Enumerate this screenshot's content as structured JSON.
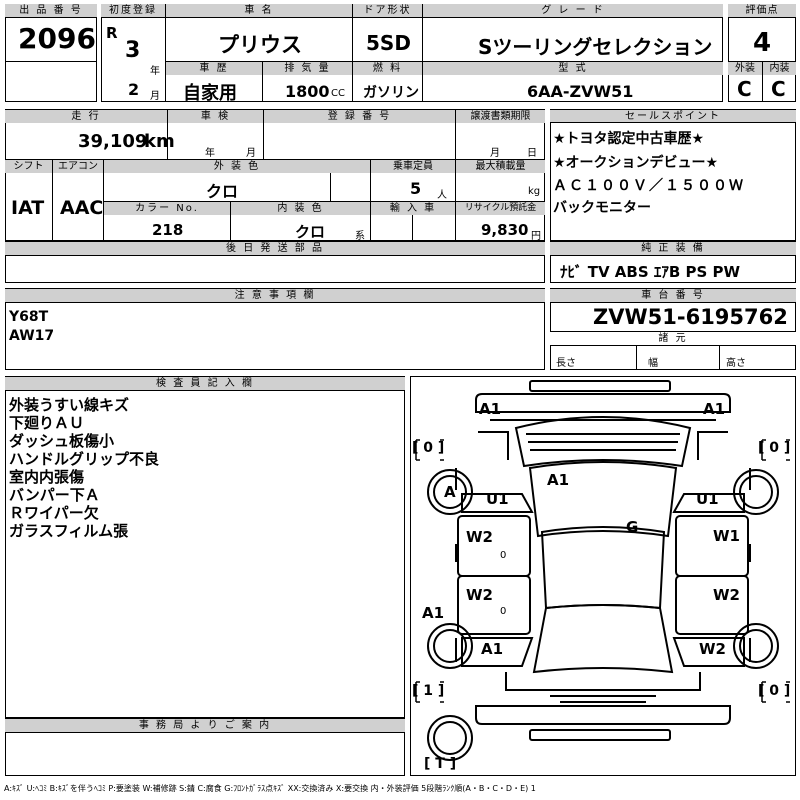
{
  "labels": {
    "lot": "出 品 番 号",
    "first_reg": "初度登録",
    "car_name": "車 名",
    "door": "ドア形状",
    "grade": "グ レ ー ド",
    "score": "評価点",
    "history": "車 歴",
    "displacement": "排 気 量",
    "fuel": "燃 料",
    "model": "型 式",
    "exterior": "外装",
    "interior": "内装",
    "mileage": "走 行",
    "inspection": "車 検",
    "registration": "登 録 番 号",
    "transfer": "譲渡書類期限",
    "sales_point": "セールスポイント",
    "shift": "シフト",
    "aircon": "エアコン",
    "ext_color": "外 装 色",
    "capacity": "乗車定員",
    "max_load": "最大積載量",
    "color_no": "カラー No.",
    "int_color": "内 装 色",
    "import": "輸 入 車",
    "recycle": "リサイクル預託金",
    "later_parts": "後 日 発 送 部 品",
    "genuine": "純 正 装 備",
    "notes": "注 意 事 項 欄",
    "chassis": "車 台 番 号",
    "specs": "諸 元",
    "length": "長さ",
    "width": "幅",
    "height": "高さ",
    "inspector": "検 査 員 記 入 欄",
    "office": "事 務 局 よ り ご 案 内"
  },
  "sheet": {
    "lot_no": "2096",
    "era": "R",
    "year": "3",
    "year_unit": "年",
    "month": "2",
    "month_unit": "月",
    "car_name": "プリウス",
    "door": "5SD",
    "grade": "Sツーリングセレクション",
    "score": "4",
    "history": "自家用",
    "displacement": "1800",
    "cc_unit": "CC",
    "fuel": "ガソリン",
    "model": "6AA-ZVW51",
    "ext_score": "C",
    "int_score": "C",
    "mileage": "39,109",
    "mileage_unit": "km",
    "insp_year_unit": "年",
    "insp_month_unit": "月",
    "transfer_month_unit": "月",
    "transfer_day_unit": "日",
    "shift": "IAT",
    "aircon": "AAC",
    "ext_color": "クロ",
    "capacity": "5",
    "capacity_unit": "人",
    "load_unit": "kg",
    "color_no": "218",
    "int_color": "クロ",
    "int_color_unit": "系",
    "recycle": "9,830",
    "recycle_unit": "円",
    "sales_points": [
      "★トヨタ認定中古車歴★",
      "★オークションデビュー★",
      "ＡＣ１００Ｖ／１５００Ｗ",
      "バックモニター"
    ],
    "genuine": "ﾅﾋﾞ TV ABS ｴｱB PS PW",
    "notes": [
      "Y68T",
      "AW17"
    ],
    "chassis_no": "ZVW51-6195762",
    "inspector_notes": [
      "外装うすい線キズ",
      "下廻りＡＵ",
      "ダッシュ板傷小",
      "ハンドルグリップ不良",
      "室内内張傷",
      "バンパー下Ａ",
      "Ｒワイパー欠",
      "ガラスフィルム張"
    ],
    "legend": "A:ｷｽﾞ U:ﾍｺﾐ B:ｷｽﾞを伴うﾍｺﾐ P:要塗装 W:補修跡 S:錆 C:腐食 G:ﾌﾛﾝﾄｶﾞﾗｽ点ｷｽﾞ XX:交換済み X:要交換  内・外装評価 5段階ﾗﾝｸ順(A・B・C・D・E) 1"
  },
  "diagram": {
    "front_left": "A1",
    "front_right": "A1",
    "hood": "A1",
    "windshield": "G",
    "front_wheel_left": "A",
    "front_fender_left": "U1",
    "front_fender_right": "U1",
    "front_door_left": "W2",
    "front_door_right": "W1",
    "rear_door_left": "W2",
    "rear_door_right": "W2",
    "rear_fender_left": "A1",
    "rear_quarter_left": "A1",
    "rear_quarter_right": "W2",
    "door_zero_1": "0",
    "door_zero_2": "0",
    "bracket_tl": "[ 0 ]",
    "bracket_tr": "[ 0 ]",
    "bracket_bl": "[ 1 ]",
    "bracket_br": "[ 0 ]",
    "bracket_t": "[ T ]"
  }
}
